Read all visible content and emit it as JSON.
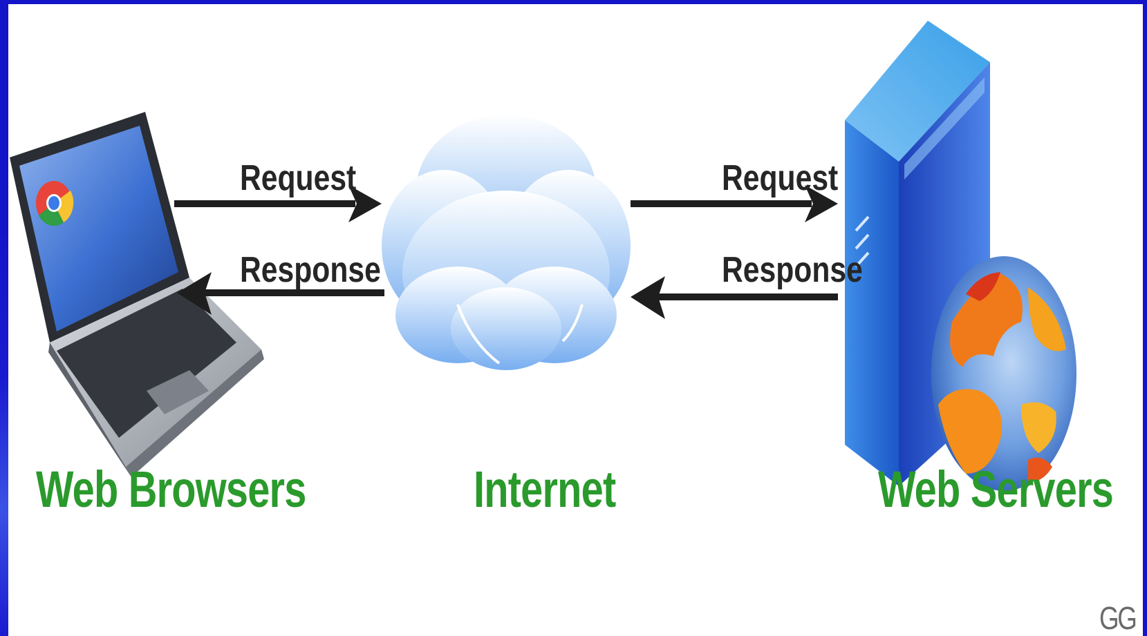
{
  "diagram": {
    "left_request_label": "Request",
    "left_response_label": "Response",
    "right_request_label": "Request",
    "right_response_label": "Response",
    "browsers_caption": "Web Browsers",
    "internet_caption": "Internet",
    "servers_caption": "Web Servers",
    "watermark_text": "GG",
    "caption_color": "#2a9a2c",
    "arrow_color": "#1e1e1e",
    "slide_background": "#1414c8"
  },
  "icons": {
    "client": "laptop-icon",
    "network": "cloud-icon",
    "server": "server-tower-icon",
    "globe": "globe-icon",
    "browser": "chrome-logo-icon"
  }
}
